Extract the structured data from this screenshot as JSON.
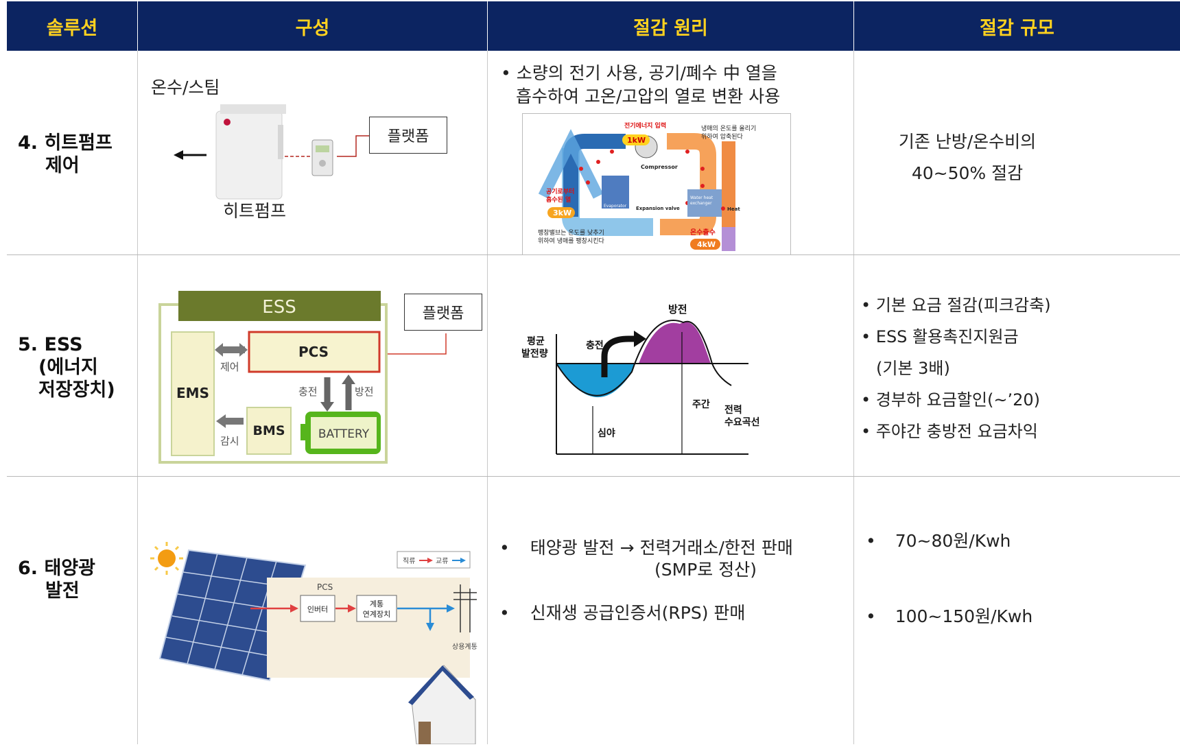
{
  "header": {
    "col1": "솔루션",
    "col2": "구성",
    "col3": "절감 원리",
    "col4": "절감 규모"
  },
  "rows": [
    {
      "solution": [
        "4. 히트펌프",
        "제어"
      ],
      "config": {
        "top_label": "온수/스팀",
        "device_label": "히트펌프",
        "platform": "플랫폼"
      },
      "principle": {
        "bullets": [
          "소량의 전기 사용, 공기/폐수 中 열을",
          "흡수하여 고온/고압의 열로 변환 사용"
        ],
        "diagram": {
          "power_in": "전기에너지 입력",
          "power_kw": "1kW",
          "compress_note": [
            "냉매의 온도를 올리기",
            "위하여 압축된다"
          ],
          "compressor": "Compressor",
          "air_heat": [
            "공기로부터",
            "흡수된 열"
          ],
          "air_kw": "3kW",
          "evaporator": "Evaporator",
          "expansion": "Expansion valve",
          "water_hx": [
            "Water heat",
            "exchanger"
          ],
          "heat": "Heat",
          "valve_note": [
            "팽창밸브는 온도를 낮추기",
            "위하여 냉매를 팽창시킨다"
          ],
          "hot_water": "온수출수",
          "hot_kw": "4kW"
        }
      },
      "scale": [
        "기존 난방/온수비의",
        "40~50% 절감"
      ]
    },
    {
      "solution": [
        "5. ESS",
        "(에너지",
        "저장장치)"
      ],
      "config": {
        "ess": "ESS",
        "pcs": "PCS",
        "ems": "EMS",
        "bms": "BMS",
        "battery": "BATTERY",
        "control": "제어",
        "charge": "충전",
        "discharge": "방전",
        "monitor": "감시",
        "platform": "플랫폼"
      },
      "principle": {
        "discharge": "방전",
        "avg": [
          "평균",
          "발전량"
        ],
        "charge": "충전",
        "day": "주간",
        "demand": [
          "전력",
          "수요곡선"
        ],
        "night": "심야"
      },
      "scale": [
        "• 기본 요금 절감(피크감축)",
        "• ESS 활용촉진지원금",
        "(기본 3배)",
        "• 경부하 요금할인(~’20)",
        "• 주야간 충방전 요금차익"
      ]
    },
    {
      "solution": [
        "6. 태양광",
        "발전"
      ],
      "config": {
        "dc": "직류",
        "ac": "교류",
        "pcs": "PCS",
        "inverter": "인버터",
        "grid_dev": [
          "계통",
          "연계장치"
        ],
        "grid": "상용계통"
      },
      "principle": {
        "b1_bullet": "•",
        "b1": "태양광 발전 → 전력거래소/한전 판매",
        "b1_sub": "(SMP로 정산)",
        "b2_bullet": "•",
        "b2": "신재생 공급인증서(RPS) 판매"
      },
      "scale": {
        "bullet": "•",
        "v1": "70~80원/Kwh",
        "v2": "100~150원/Kwh"
      }
    }
  ],
  "colors": {
    "header_bg": "#0c2461",
    "header_text": "#ffd21f",
    "ess_green": "#6b7a2c",
    "battery_green": "#56b51c",
    "pcs_red": "#d03a2a",
    "water_blue": "#1c9bd4",
    "discharge_purple": "#a23ea0"
  }
}
